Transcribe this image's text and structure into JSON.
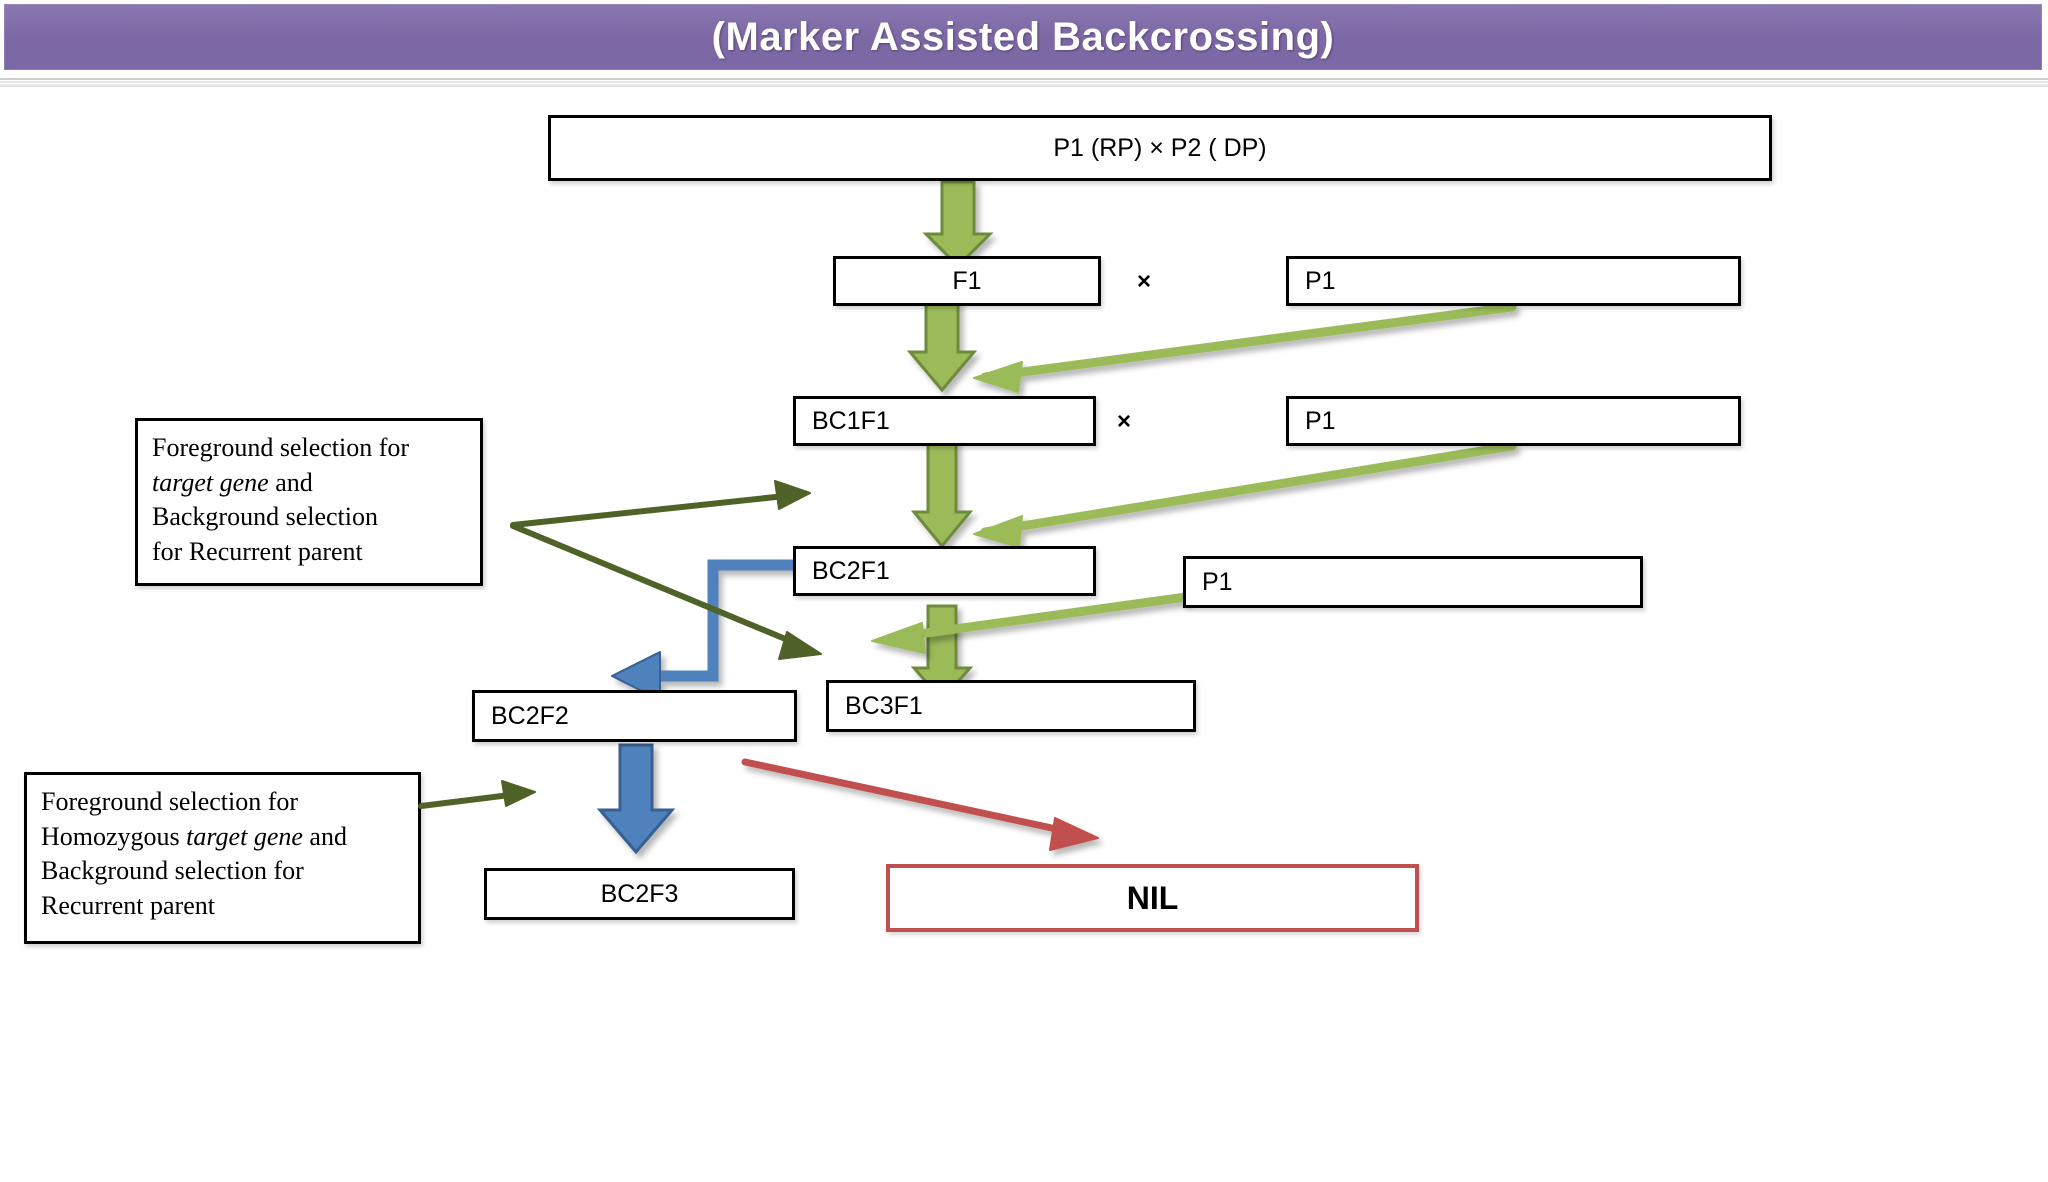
{
  "title": {
    "text": "(Marker Assisted Backcrossing)",
    "bar_color": "#7D68A6",
    "text_color": "#FFFFFF"
  },
  "colors": {
    "light_green_arrow": "#9BBB59",
    "light_green_arrow_outline": "#6E8B3D",
    "dark_olive_arrow": "#4F6228",
    "blue_arrow": "#4F81BD",
    "blue_arrow_outline": "#376092",
    "red_arrow": "#C0504D",
    "nil_border": "#C0504D",
    "box_border": "#000000"
  },
  "nodes": {
    "cross_top": "P1  (RP)              ×                    P2 ( DP)",
    "cross_top_parts": {
      "p1": "P1  (RP)",
      "x": "×",
      "p2": "P2 ( DP)"
    },
    "f1": "F1",
    "p1_a": "P1",
    "bc1f1": "BC1F1",
    "p1_b": "P1",
    "bc2f1": "BC2F1",
    "p1_c": "P1",
    "bc2f2": "BC2F2",
    "bc3f1": "BC3F1",
    "bc2f3": "BC2F3",
    "nil": "NIL"
  },
  "cross_symbols": {
    "f1_p1": "×",
    "bc1f1_p1": "×"
  },
  "annotations": {
    "selection_1": {
      "line1": "Foreground selection for",
      "line2_italic": "target gene",
      "line2_rest": " and",
      "line3": "Background selection",
      "line4": "for Recurrent parent"
    },
    "selection_2": {
      "line1": "Foreground selection for",
      "line2_pre": "Homozygous ",
      "line2_italic": "target gene",
      "line2_rest": " and",
      "line3": "Background selection for",
      "line4": "Recurrent parent"
    }
  }
}
